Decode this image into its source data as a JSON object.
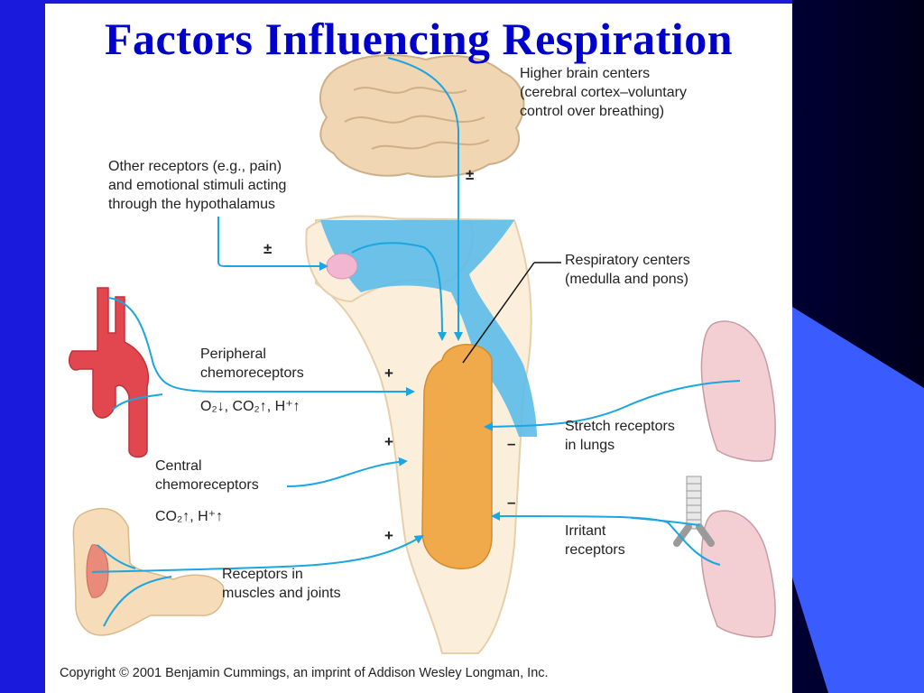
{
  "slide": {
    "title": "Factors Influencing Respiration",
    "copyright": "Copyright © 2001 Benjamin Cummings, an imprint of Addison Wesley Longman, Inc."
  },
  "labels": {
    "higher_brain": "Higher brain centers\n(cerebral cortex–voluntary\ncontrol over breathing)",
    "other_receptors": "Other receptors (e.g., pain)\nand emotional stimuli acting\nthrough the hypothalamus",
    "respiratory_centers": "Respiratory centers\n(medulla and pons)",
    "peripheral": "Peripheral\nchemoreceptors",
    "peripheral_chem": "O₂↓, CO₂↑, H⁺↑",
    "central": "Central\nchemoreceptors",
    "central_chem": "CO₂↑, H⁺↑",
    "stretch": "Stretch receptors\nin lungs",
    "irritant": "Irritant\nreceptors",
    "muscles": "Receptors in\nmuscles and joints"
  },
  "signs": {
    "higher_brain": "±",
    "hypothalamus": "±",
    "peripheral": "+",
    "central": "+",
    "muscles": "+",
    "stretch": "–",
    "irritant": "–"
  },
  "colors": {
    "background_blue": "#1a1adc",
    "title_blue": "#0000cc",
    "arrow_cyan": "#1aa6e0",
    "brain_tan": "#f1d6b3",
    "center_orange": "#f0a94b",
    "lung_pink": "#f3cfd4",
    "artery_red": "#e2474f",
    "arm_skin": "#f6dcb8"
  }
}
